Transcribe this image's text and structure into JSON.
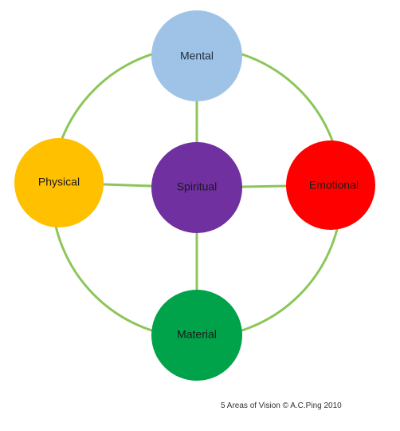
{
  "colors": {
    "connector": "#8cc659",
    "background": "#ffffff"
  },
  "nodes": {
    "mental": {
      "label": "Mental",
      "fill": "#9fc3e6",
      "text_color": "#1f2d3d"
    },
    "physical": {
      "label": "Physical",
      "fill": "#ffc000",
      "text_color": "#1a1a1a"
    },
    "spiritual": {
      "label": "Spiritual",
      "fill": "#7030a0",
      "text_color": "#1a1a1a"
    },
    "emotional": {
      "label": "Emotional",
      "fill": "#ff0000",
      "text_color": "#1a1a1a"
    },
    "material": {
      "label": "Material",
      "fill": "#00a34a",
      "text_color": "#1a1a1a"
    }
  },
  "credit": "5 Areas of Vision © A.C.Ping 2010"
}
